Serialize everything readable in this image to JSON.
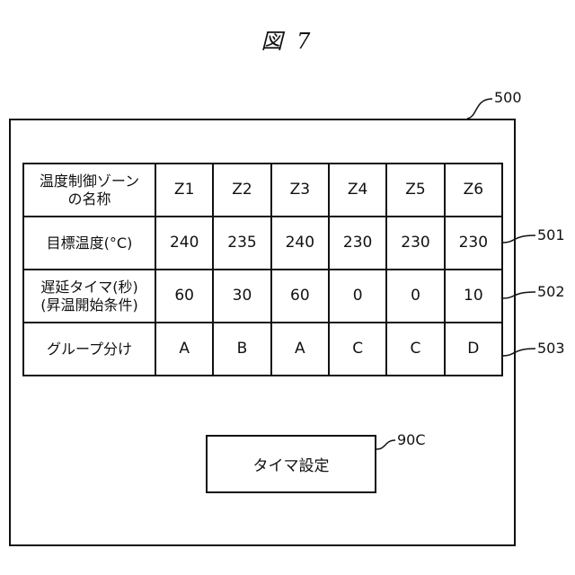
{
  "figure": {
    "title": "図 7"
  },
  "screen": {
    "ref": "500"
  },
  "table": {
    "rows": [
      {
        "ref": "",
        "header": "温度制御ゾーン\nの名称",
        "cells": [
          "Z1",
          "Z2",
          "Z3",
          "Z4",
          "Z5",
          "Z6"
        ]
      },
      {
        "ref": "501",
        "header": "目標温度(°C)",
        "cells": [
          "240",
          "235",
          "240",
          "230",
          "230",
          "230"
        ]
      },
      {
        "ref": "502",
        "header": "遅延タイマ(秒)\n(昇温開始条件)",
        "cells": [
          "60",
          "30",
          "60",
          "0",
          "0",
          "10"
        ]
      },
      {
        "ref": "503",
        "header": "グループ分け",
        "cells": [
          "A",
          "B",
          "A",
          "C",
          "C",
          "D"
        ]
      }
    ]
  },
  "timer_button": {
    "label": "タイマ設定",
    "ref": "90C"
  }
}
